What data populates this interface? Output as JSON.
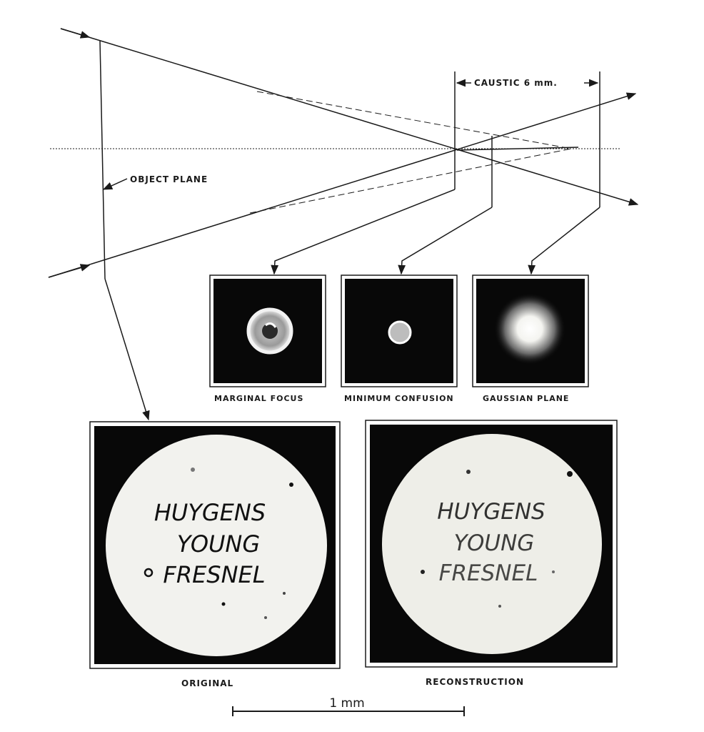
{
  "diagram": {
    "caustic_label": "CAUSTIC 6 mm.",
    "object_plane_label": "OBJECT PLANE",
    "spots": [
      {
        "label": "MARGINAL FOCUS"
      },
      {
        "label": "MINIMUM CONFUSION"
      },
      {
        "label": "GAUSSIAN PLANE"
      }
    ],
    "panels": [
      {
        "label": "ORIGINAL",
        "lines": [
          "HUYGENS",
          "YOUNG",
          "FRESNEL"
        ]
      },
      {
        "label": "RECONSTRUCTION",
        "lines": [
          "HUYGENS",
          "YOUNG",
          "FRESNEL"
        ]
      }
    ],
    "scale_bar_label": "1 mm"
  },
  "colors": {
    "ink": "#1a1a1a",
    "background": "#ffffff",
    "dark_field": "#080808",
    "bright_disc": "#f2f2ee"
  }
}
